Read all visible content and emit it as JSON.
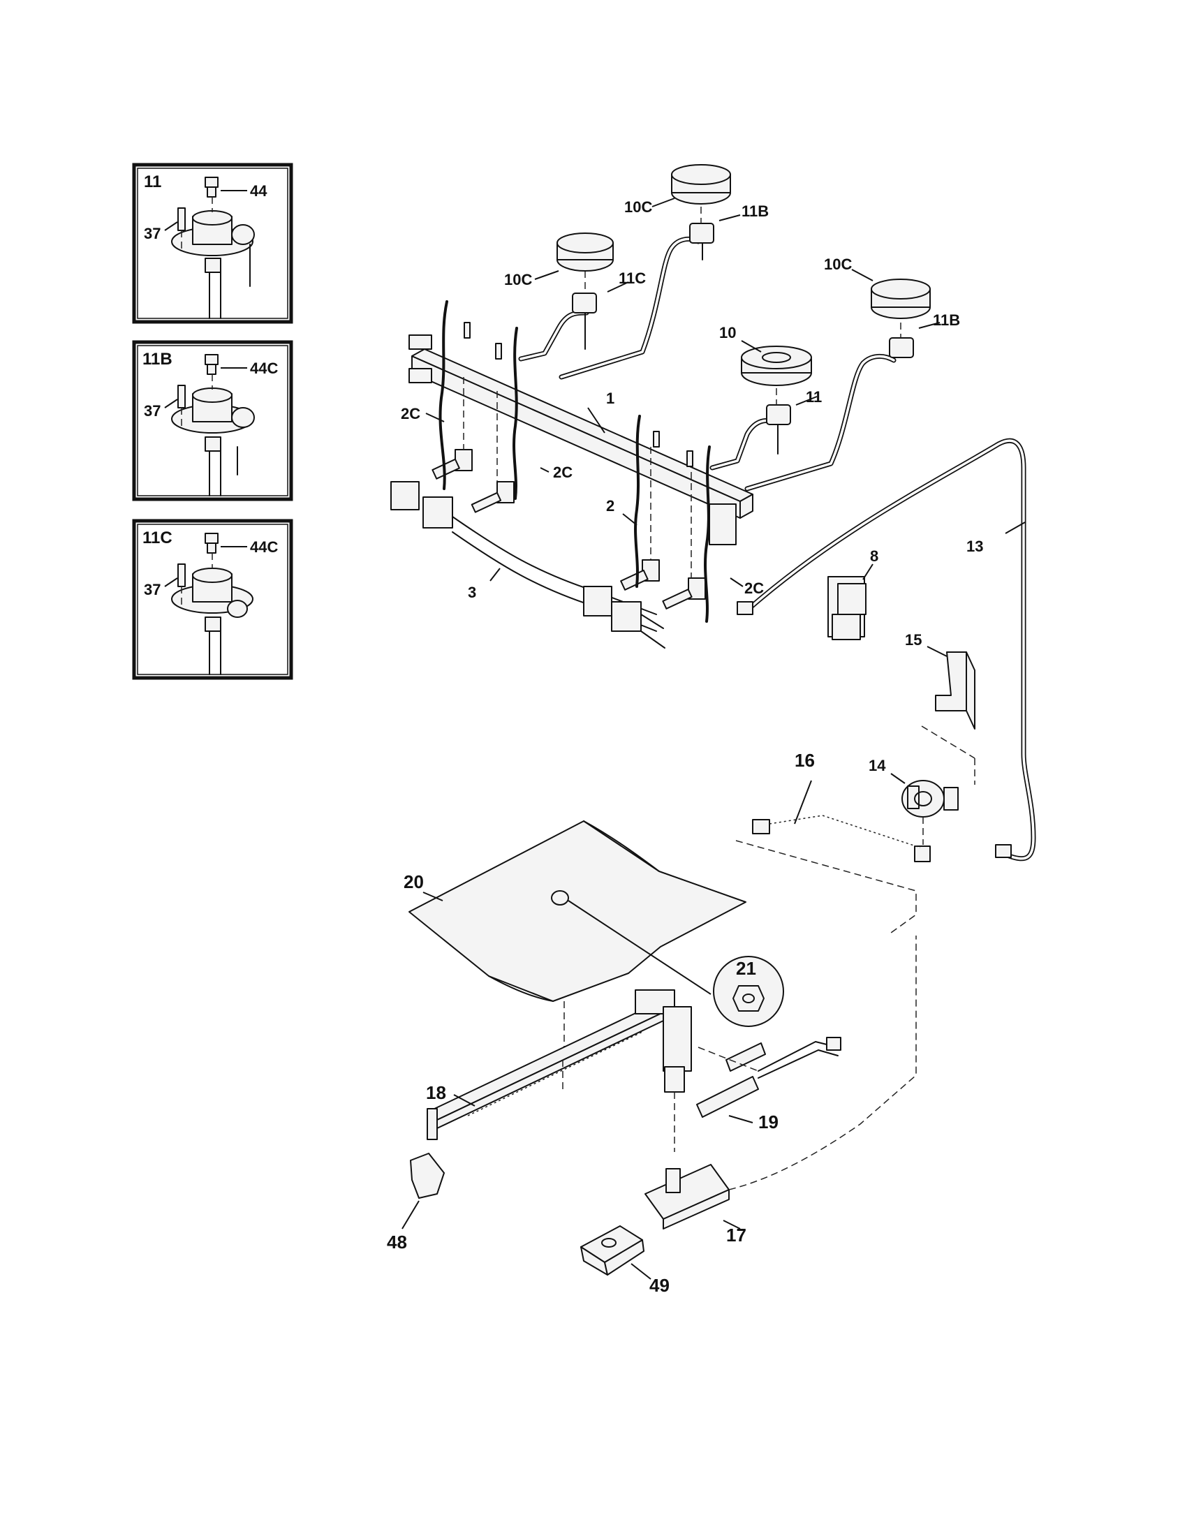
{
  "insets": [
    {
      "title": "11",
      "labels": [
        "44",
        "37"
      ]
    },
    {
      "title": "11B",
      "labels": [
        "44C",
        "37"
      ]
    },
    {
      "title": "11C",
      "labels": [
        "44C",
        "37"
      ]
    }
  ],
  "callouts": {
    "c1": "1",
    "c2": "2",
    "c2c_a": "2C",
    "c2c_b": "2C",
    "c2c_c": "2C",
    "c3": "3",
    "c8": "8",
    "c10": "10",
    "c10c_a": "10C",
    "c10c_b": "10C",
    "c10c_c": "10C",
    "c11": "11",
    "c11b_a": "11B",
    "c11b_b": "11B",
    "c11c": "11C",
    "c13": "13",
    "c14": "14",
    "c15": "15",
    "c16": "16",
    "c17": "17",
    "c18": "18",
    "c19": "19",
    "c20": "20",
    "c21": "21",
    "c48": "48",
    "c49": "49"
  }
}
